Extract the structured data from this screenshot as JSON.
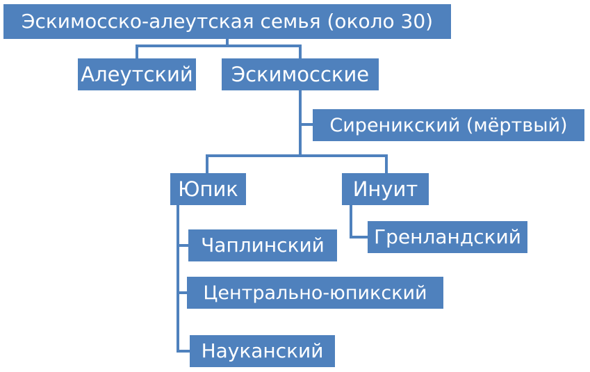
{
  "colors": {
    "node_fill": "#4f81bd",
    "node_text": "#ffffff",
    "connector": "#4f81bd"
  },
  "nodes": {
    "root": "Эскимосско-алеутская семья (около 30)",
    "aleut": "Алеутский",
    "eskimo": "Эскимосские",
    "sirenik": "Сиреникский (мёртвый)",
    "yupik": "Юпик",
    "inuit": "Инуит",
    "greenlandic": "Гренландский",
    "chaplino": "Чаплинский",
    "central_yupik": "Центрально-юпикский",
    "naukan": "Науканский"
  }
}
